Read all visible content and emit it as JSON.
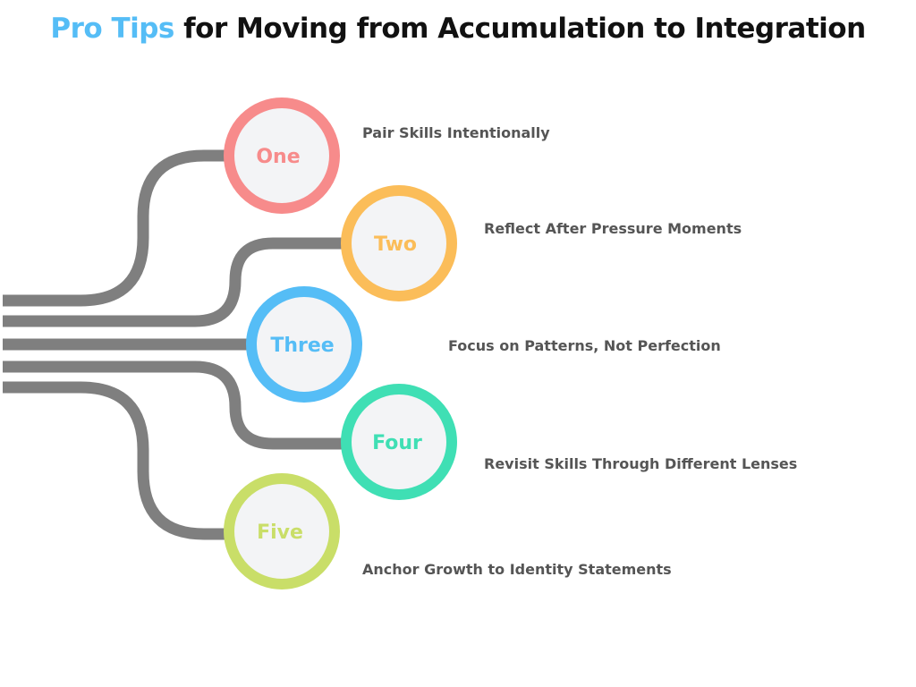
{
  "title": {
    "accent": "Pro Tips",
    "rest": "for Moving from Accumulation to Integration",
    "accent_color": "#55bdf6"
  },
  "connector_color": "#7f7f7f",
  "node_fill": "#f3f4f6",
  "tips": [
    {
      "number": "One",
      "label": "Pair Skills Intentionally",
      "color": "#f78b8b"
    },
    {
      "number": "Two",
      "label": "Reflect After Pressure Moments",
      "color": "#fbbd59"
    },
    {
      "number": "Three",
      "label": "Focus on Patterns, Not Perfection",
      "color": "#55bdf6"
    },
    {
      "number": "Four",
      "label": "Revisit Skills Through Different Lenses",
      "color": "#3fdfb4"
    },
    {
      "number": "Five",
      "label": "Anchor Growth to Identity Statements",
      "color": "#c9de68"
    }
  ]
}
